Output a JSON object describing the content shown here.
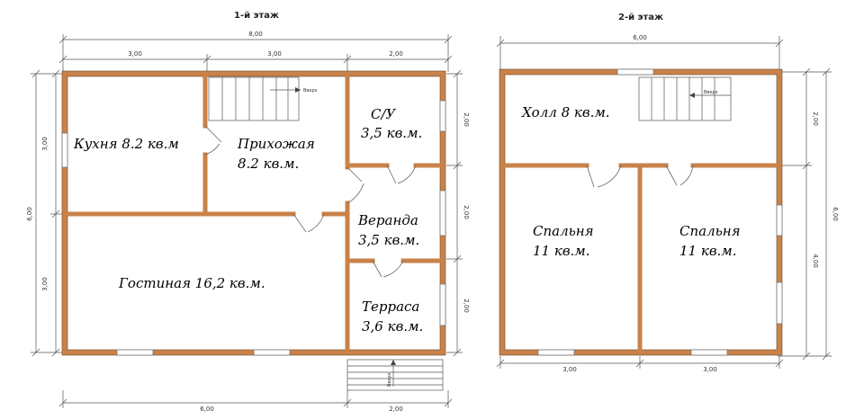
{
  "plans": {
    "floor1": {
      "title": "1-й этаж",
      "rooms": {
        "kitchen": "Кухня 8.2 кв.м",
        "hall_line1": "Прихожая",
        "hall_line2": "8.2 кв.м.",
        "wc_line1": "С/У",
        "wc_line2": "3,5 кв.м.",
        "veranda_line1": "Веранда",
        "veranda_line2": "3,5 кв.м.",
        "living": "Гостиная 16,2 кв.м.",
        "terrace_line1": "Терраса",
        "terrace_line2": "3,6 кв.м."
      },
      "dims": {
        "total_width": "8,00",
        "top_a": "3,00",
        "top_b": "3,00",
        "top_c": "2,00",
        "left_total": "6,00",
        "left_upper": "3,00",
        "left_lower": "3,00",
        "right_a": "2,00",
        "right_b": "2,00",
        "right_c": "2,00",
        "bottom_a": "6,00",
        "bottom_b": "2,00"
      },
      "stair_label": "Вверх",
      "porch_label": "Вверх"
    },
    "floor2": {
      "title": "2-й этаж",
      "rooms": {
        "hall": "Холл 8 кв.м.",
        "bed1_line1": "Спальня",
        "bed1_line2": "11 кв.м.",
        "bed2_line1": "Спальня",
        "bed2_line2": "11 кв.м."
      },
      "dims": {
        "total_width": "6,00",
        "right_a": "2,00",
        "right_b": "4,00",
        "right_total": "6,00",
        "bottom_a": "3,00",
        "bottom_b": "3,00"
      },
      "stair_label": "Вверх"
    }
  },
  "colors": {
    "wall": "#c8824a",
    "dimension_line": "#555555"
  }
}
